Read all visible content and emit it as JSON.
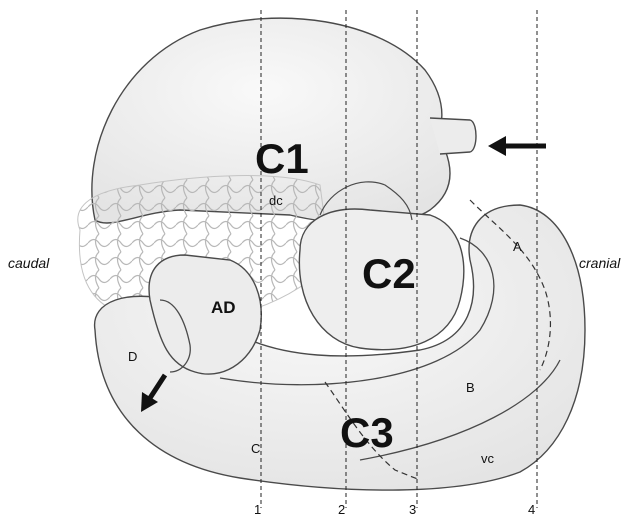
{
  "labels": {
    "c1": "C1",
    "c2": "C2",
    "c3": "C3",
    "dc": "dc",
    "ad": "AD",
    "d": "D",
    "a": "A",
    "b": "B",
    "c": "C",
    "vc": "vc",
    "caudal": "caudal",
    "cranial": "cranial"
  },
  "section_lines": [
    "1",
    "2",
    "3",
    "4"
  ],
  "colors": {
    "organ_fill": "#f2f2f2",
    "organ_stroke": "#4a4a4a",
    "dashed": "#333333",
    "arrow": "#111111"
  }
}
